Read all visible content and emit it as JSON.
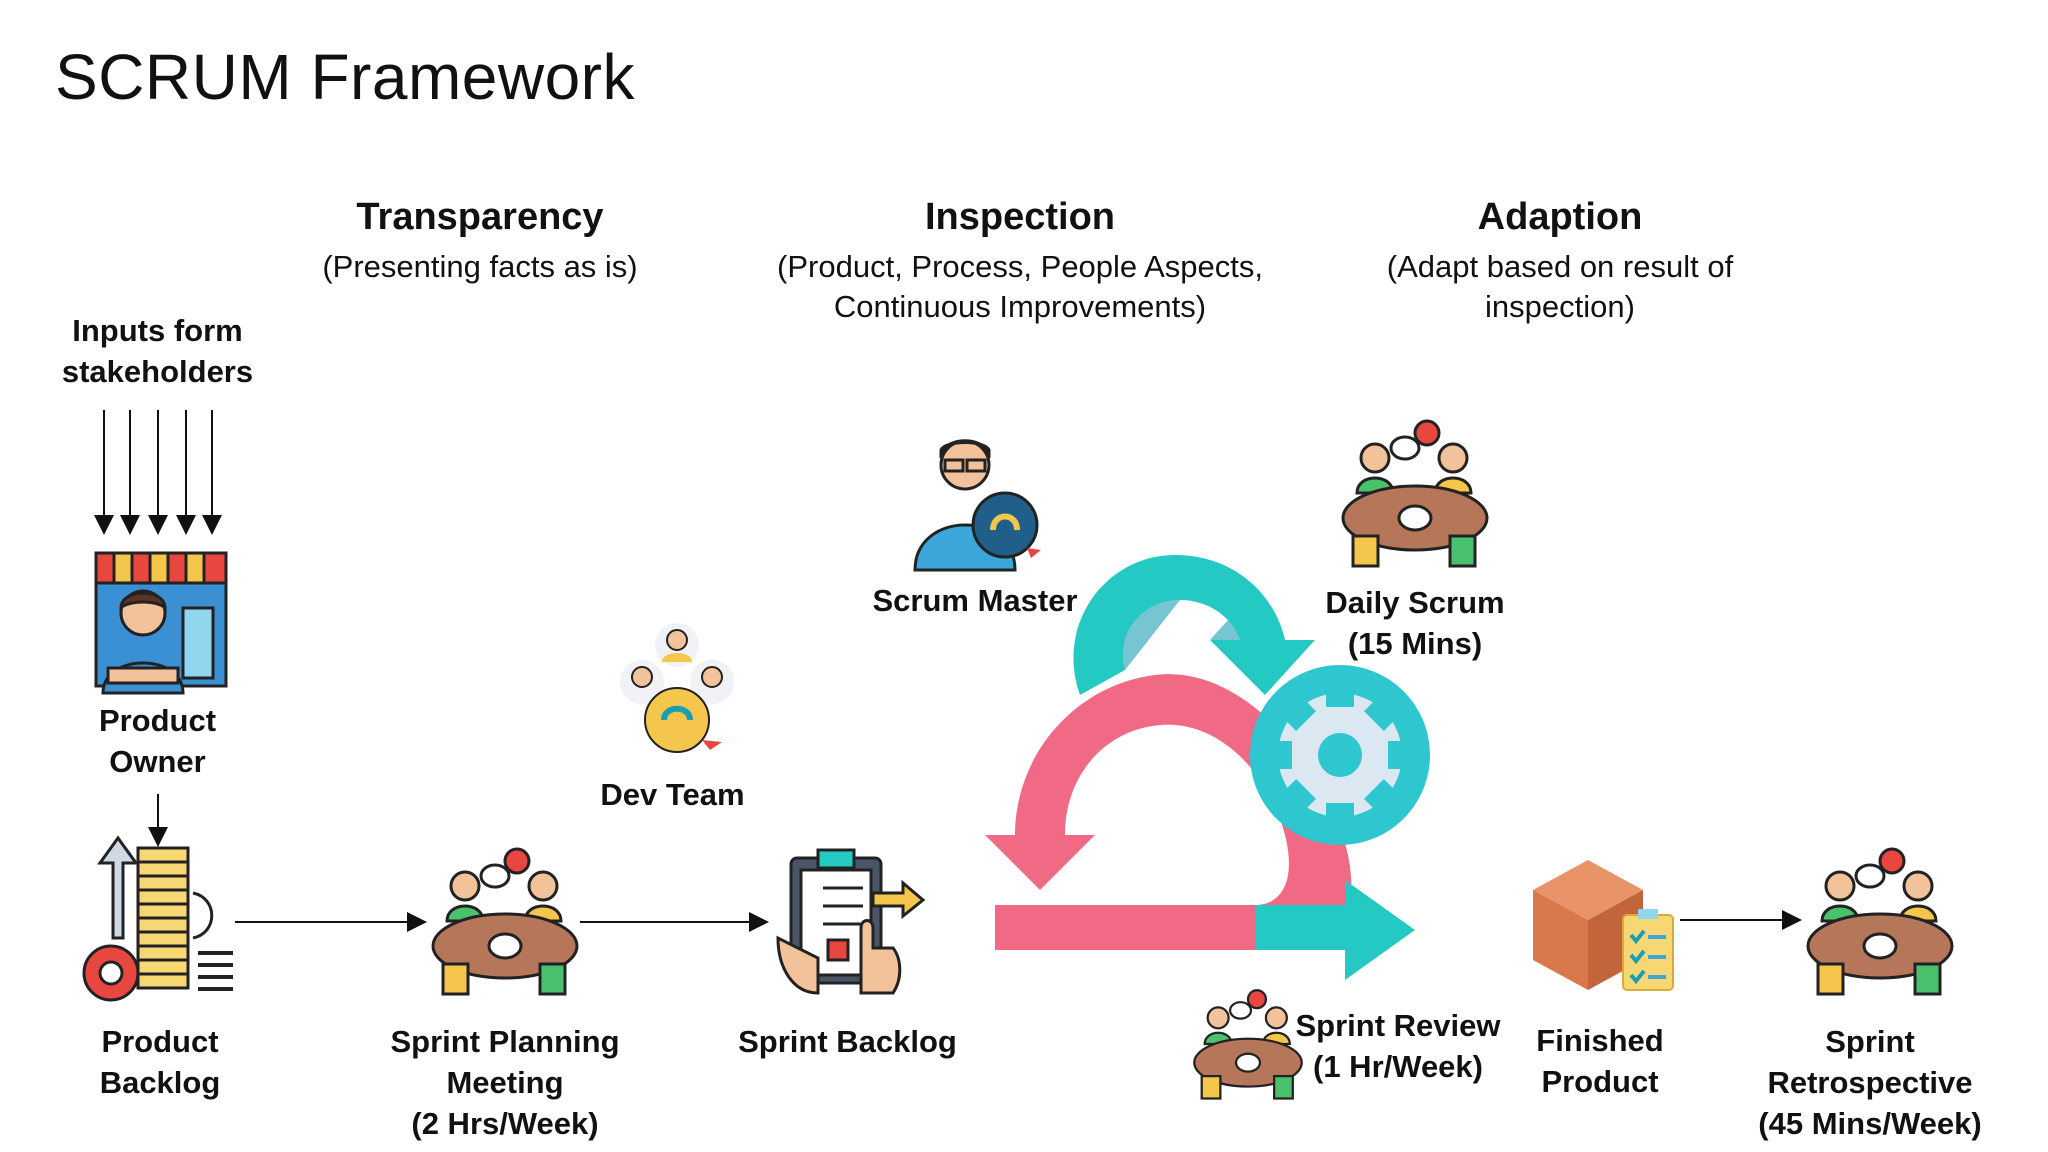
{
  "title": "SCRUM Framework",
  "pillars": [
    {
      "heading": "Transparency",
      "sub": [
        "(Presenting facts as is)"
      ]
    },
    {
      "heading": "Inspection",
      "sub": [
        "(Product, Process, People Aspects,",
        "Continuous Improvements)"
      ]
    },
    {
      "heading": "Adaption",
      "sub": [
        "(Adapt based on result of",
        "inspection)"
      ]
    }
  ],
  "labels": {
    "inputs": [
      "Inputs form",
      "stakeholders"
    ],
    "product_owner": [
      "Product",
      "Owner"
    ],
    "dev_team": [
      "Dev Team"
    ],
    "scrum_master": [
      "Scrum Master"
    ],
    "daily_scrum": [
      "Daily Scrum",
      "(15 Mins)"
    ],
    "product_backlog": [
      "Product",
      "Backlog"
    ],
    "sprint_planning": [
      "Sprint Planning",
      "Meeting",
      "(2 Hrs/Week)"
    ],
    "sprint_backlog": [
      "Sprint Backlog"
    ],
    "sprint_review": [
      "Sprint Review",
      "(1 Hr/Week)"
    ],
    "finished_product": [
      "Finished",
      "Product"
    ],
    "sprint_retro": [
      "Sprint",
      "Retrospective",
      "(45 Mins/Week)"
    ]
  },
  "icons": {
    "product_owner": "shop-owner-icon",
    "dev_team": "team-cycle-icon",
    "scrum_master": "scrum-master-icon",
    "meeting": "meeting-table-icon",
    "product_backlog": "stacked-backlog-icon",
    "sprint_backlog": "clipboard-icon",
    "finished_product": "package-box-icon",
    "cycle": "scrum-cycle-arrows-icon"
  },
  "colors": {
    "pink": "#f06a86",
    "teal": "#25c9c4",
    "teal_dark": "#1a9fb0",
    "gear": "#2fc7cf",
    "gold": "#f4c64b",
    "brown": "#b5765a",
    "orange_box": "#d9784a"
  }
}
